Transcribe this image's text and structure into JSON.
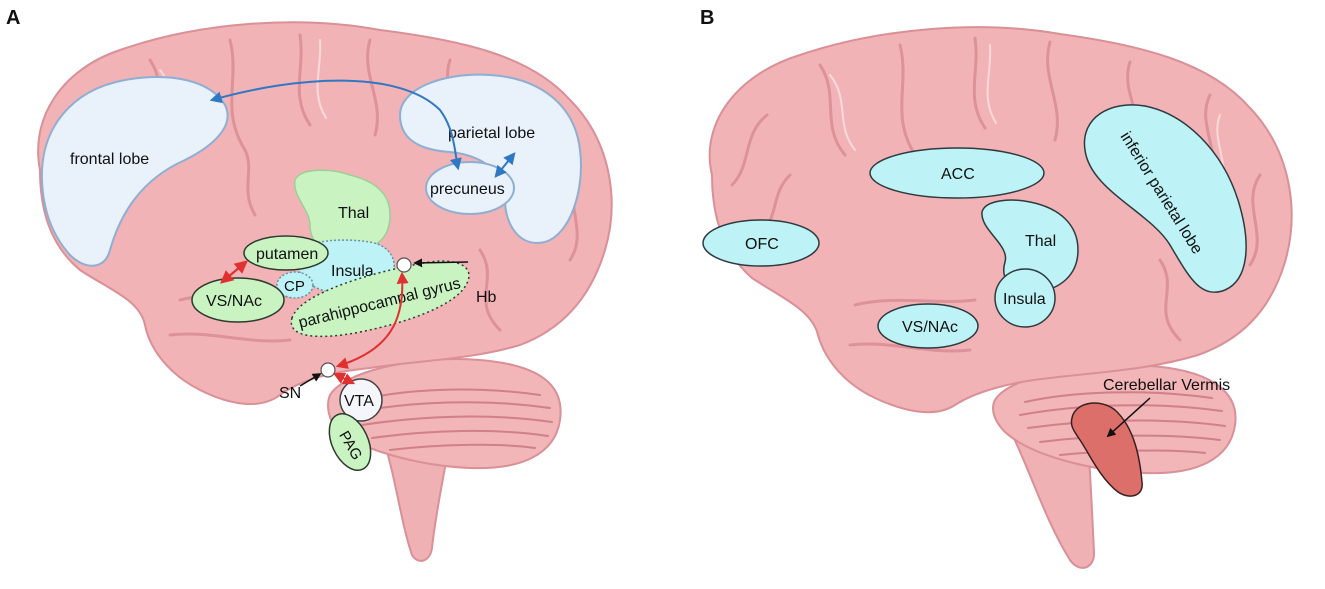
{
  "panels": {
    "a": {
      "label": "A",
      "regions": {
        "frontal_lobe": "frontal lobe",
        "parietal_lobe": "parietal lobe",
        "precuneus": "precuneus",
        "thal": "Thal",
        "putamen": "putamen",
        "insula": "Insula",
        "cp": "CP",
        "vs_nac": "VS/NAc",
        "parahippocampal_gyrus": "parahippocampal gyrus",
        "hb": "Hb",
        "sn": "SN",
        "vta": "VTA",
        "pag": "PAG"
      }
    },
    "b": {
      "label": "B",
      "regions": {
        "acc": "ACC",
        "inferior_parietal_lobe": "inferior parietal lobe",
        "ofc": "OFC",
        "thal": "Thal",
        "insula": "Insula",
        "vs_nac": "VS/NAc",
        "cerebellar_vermis": "Cerebellar Vermis"
      }
    }
  },
  "colors": {
    "brain": "#f2b3b6",
    "brain_outline": "#d99097",
    "lobe_fill": "#e9f1fb",
    "lobe_stroke": "#8eaed3",
    "green_region": "#c9f4c2",
    "cyan_region": "#bdf2f6",
    "vermis": "#dd6f6b",
    "arrow_blue": "#2f78c4",
    "arrow_red": "#e03030"
  }
}
